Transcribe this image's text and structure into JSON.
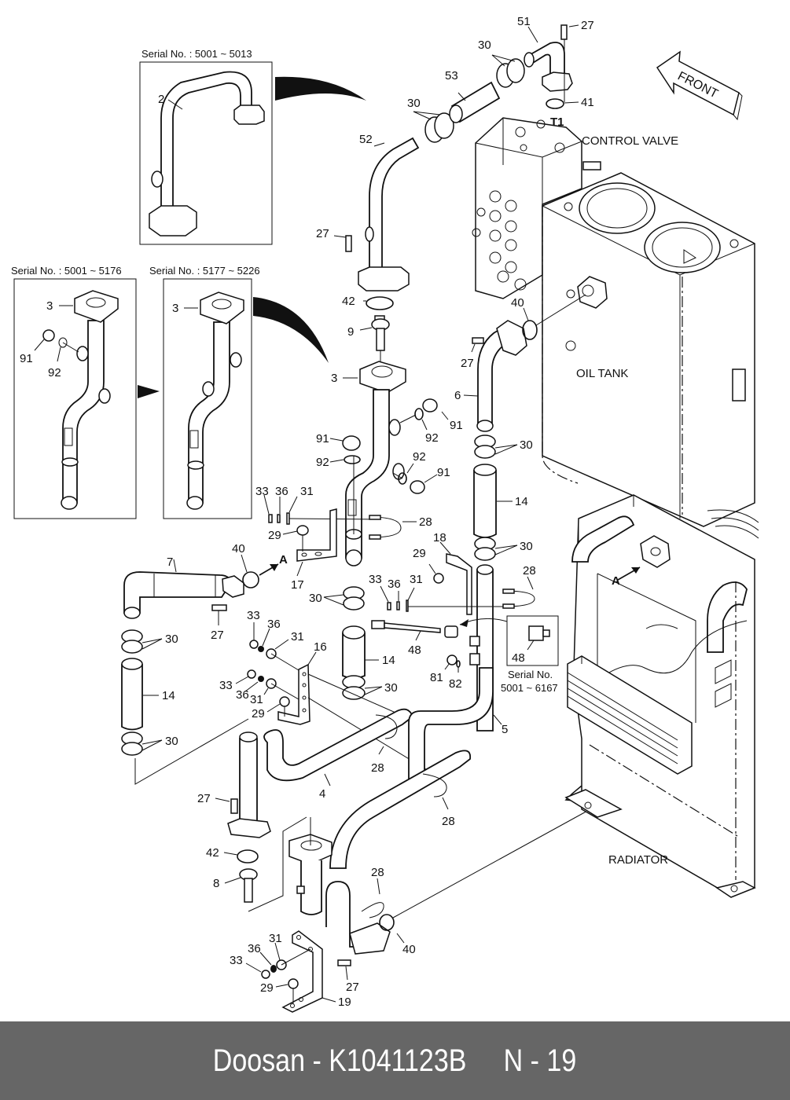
{
  "diagram": {
    "title": "Hydraulic return line / oil cooler piping",
    "components": {
      "control_valve": "CONTROL VALVE",
      "oil_tank": "OIL TANK",
      "radiator": "RADIATOR",
      "front_arrow": "FRONT",
      "port_t1": "T1",
      "view_a": "A"
    },
    "insets": [
      {
        "label": "Serial No. : 5001 ~ 5013",
        "part": "2"
      },
      {
        "label": "Serial No. : 5001 ~ 5176",
        "parts": [
          "3",
          "91",
          "92"
        ]
      },
      {
        "label": "Serial No. : 5177 ~ 5226",
        "parts": [
          "3"
        ]
      },
      {
        "label_line1": "Serial No.",
        "label_line2": "5001 ~ 6167",
        "part": "48"
      }
    ],
    "callouts": {
      "c51": "51",
      "c27a": "27",
      "c30a": "30",
      "c53": "53",
      "c41": "41",
      "c30b": "30",
      "c52": "52",
      "c2": "2",
      "c27b": "27",
      "c3a": "3",
      "c91a": "91",
      "c92a": "92",
      "c3b": "3",
      "c42a": "42",
      "c9": "9",
      "c3c": "3",
      "c40a": "40",
      "c27c": "27",
      "c6": "6",
      "c91b": "91",
      "c92b": "92",
      "c91c": "91",
      "c92c": "92",
      "c92d": "92",
      "c91d": "91",
      "c30c": "30",
      "c14a": "14",
      "c33a": "33",
      "c36a": "36",
      "c31a": "31",
      "c28a": "28",
      "c29a": "29",
      "c17": "17",
      "c30d": "30",
      "c18": "18",
      "c29b": "29",
      "c40b": "40",
      "c7": "7",
      "c33b": "33",
      "c36b": "36",
      "c31b": "31",
      "c28b": "28",
      "c30e": "30",
      "c27d": "27",
      "c33c": "33",
      "c36c": "36",
      "c31c": "31",
      "c16": "16",
      "c48a": "48",
      "c48b": "48",
      "c14b": "14",
      "c30f": "30",
      "c81": "81",
      "c82": "82",
      "c33d": "33",
      "c36d": "36",
      "c31d": "31",
      "c29c": "29",
      "c14c": "14",
      "c30g": "30",
      "c30h": "30",
      "c5": "5",
      "c28c": "28",
      "c4": "4",
      "c28d": "28",
      "c27e": "27",
      "c42b": "42",
      "c8": "8",
      "c28e": "28",
      "c31e": "31",
      "c36e": "36",
      "c33e": "33",
      "c29d": "29",
      "c27f": "27",
      "c40c": "40",
      "c19": "19"
    }
  },
  "footer": {
    "brand": "Doosan",
    "part_number": "K1041123B",
    "page": "N - 19",
    "text": "Doosan - K1041123B     N - 19"
  }
}
